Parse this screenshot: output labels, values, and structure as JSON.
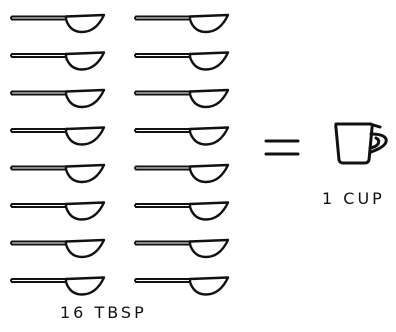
{
  "diagram": {
    "left_label": "16 TBSP",
    "right_label": "1 CUP",
    "tablespoon_count": 16,
    "equals_symbol": "=",
    "spoon_icon": "tablespoon-icon",
    "cup_icon": "measuring-cup-icon",
    "ink_color": "#111111",
    "background_color": "#ffffff"
  }
}
